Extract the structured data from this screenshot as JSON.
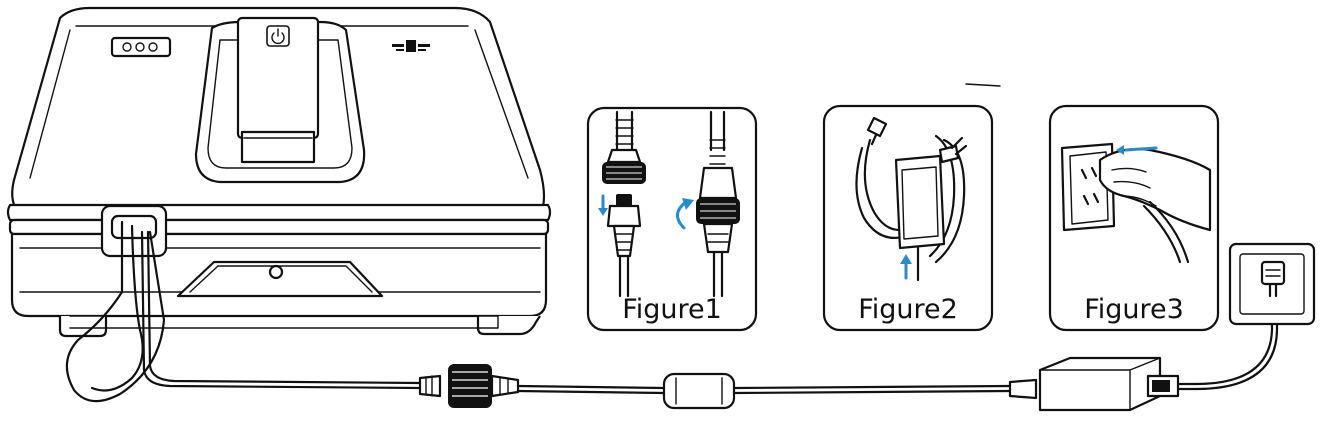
{
  "figures": [
    {
      "label": "Figure1"
    },
    {
      "label": "Figure2"
    },
    {
      "label": "Figure3"
    }
  ],
  "colors": {
    "line": "#111111",
    "accent_arrow": "#2a8bc9",
    "background": "#ffffff"
  },
  "icons": [
    "power-icon",
    "indicator-lights-icon",
    "brand-logo-icon"
  ]
}
